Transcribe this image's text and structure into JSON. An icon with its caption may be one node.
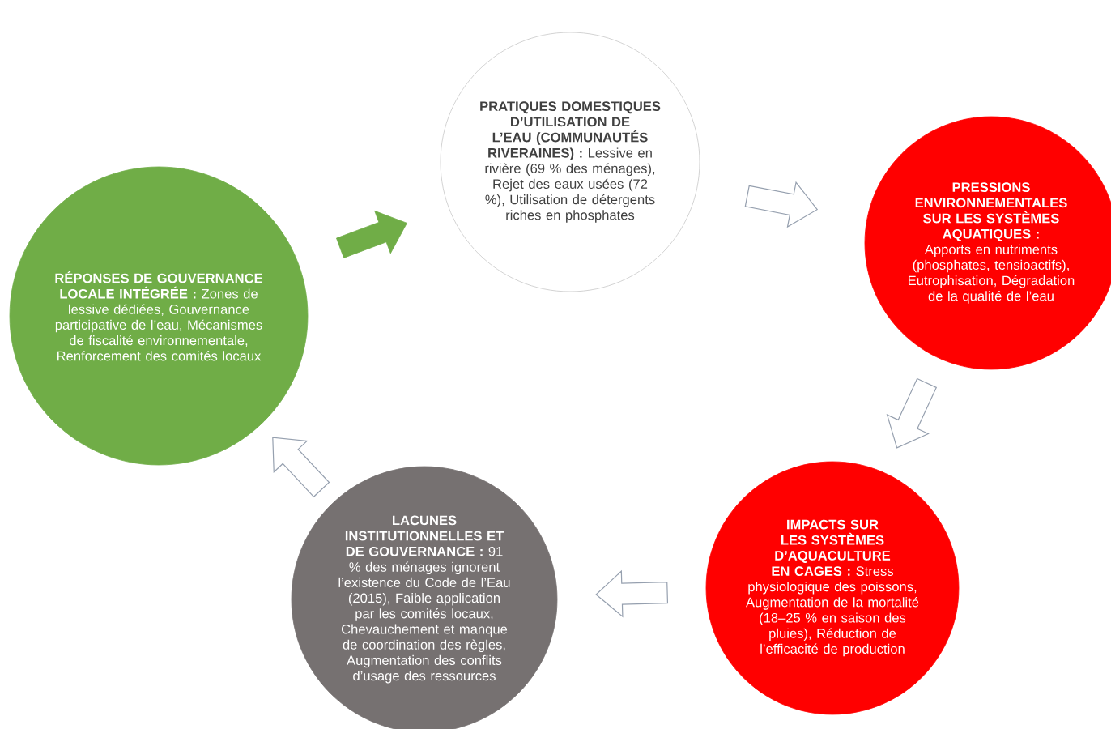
{
  "diagram": {
    "nodes": [
      {
        "text": [
          "**PRATIQUES DOMESTIQUES D’UTILISATION DE L’EAU (COMMUNAUTÉS RIVERAINES) :** Lessive en rivière (69 % des ménages), Rejet des eaux usées (72 %), Utilisation de détergents riches en phosphates"
        ]
      },
      {
        "text": [
          "**PRESSIONS ENVIRONNEMENTALES SUR LES SYSTÈMES AQUATIQUES :** Apports en nutriments (phosphates, tensioactifs), Eutrophisation, Dégradation de la qualité de l’eau"
        ]
      },
      {
        "text": [
          "**IMPACTS SUR LES SYSTÈMES D’AQUACULTURE EN CAGES :** Stress physiologique des poissons, Augmentation de la mortalité (18–25 % en saison des pluies), Réduction de l’efficacité de production"
        ]
      },
      {
        "text": [
          "**LACUNES INSTITUTIONNELLES ET DE GOUVERNANCE :** 91 % des ménages ignorent l’existence du Code de l’Eau (2015), Faible application par les comités locaux, Chevauchement et manque de coordination des règles, Augmentation des conflits d’usage des ressources"
        ]
      },
      {
        "text": [
          "**RÉPONSES DE GOUVERNANCE LOCALE INTÉGRÉE :** Zones de lessive dédiées, Gouvernance participative de l’eau, Mécanismes de fiscalité environnementale, Renforcement des comités locaux"
        ]
      }
    ],
    "edges": [
      {
        "from": 0,
        "to": 1,
        "arrow": "to"
      },
      {
        "from": 1,
        "to": 2,
        "arrow": "to"
      },
      {
        "from": 2,
        "to": 3,
        "arrow": "to"
      },
      {
        "from": 3,
        "to": 4,
        "arrow": "to"
      },
      {
        "from": 4,
        "to": 0,
        "arrow": "to",
        "color": "#70ad47"
      }
    ]
  }
}
